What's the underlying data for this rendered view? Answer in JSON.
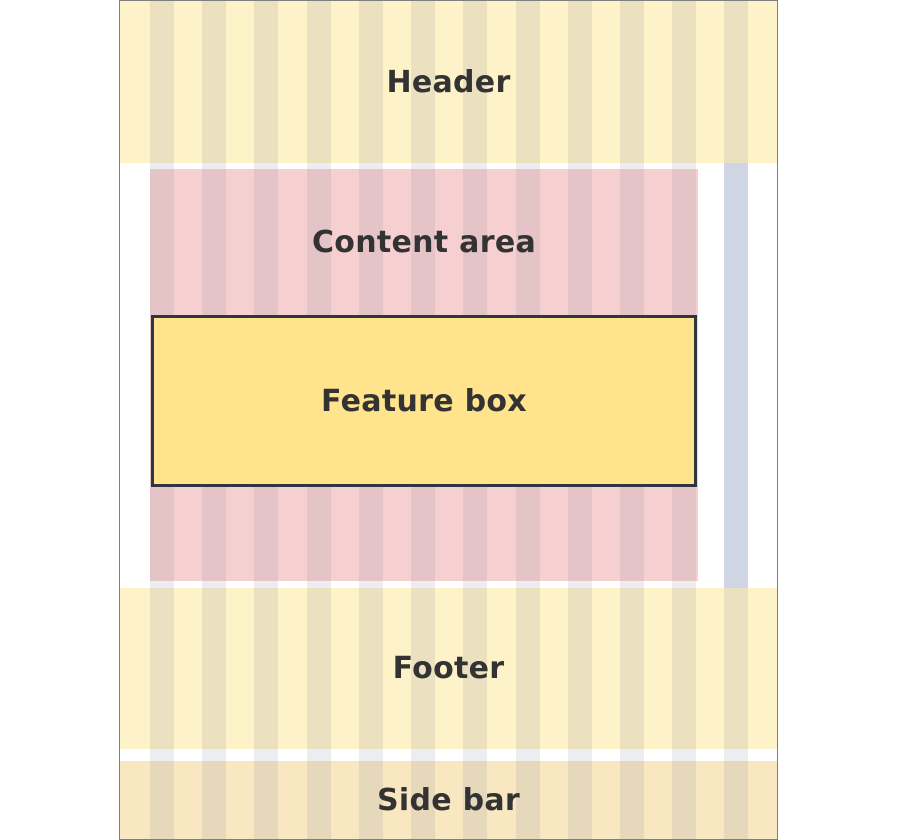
{
  "diagram": {
    "regions": {
      "header": "Header",
      "content": "Content area",
      "feature": "Feature box",
      "footer": "Footer",
      "sidebar": "Side bar"
    }
  },
  "colors": {
    "header": "#fef2c9",
    "content": "#f6d0d0",
    "feature": "#ffe38d",
    "footer": "#fef2c9",
    "sidebar": "#f8e7c1",
    "column_overlay": "#dce5f1",
    "border": "#2f3640"
  }
}
